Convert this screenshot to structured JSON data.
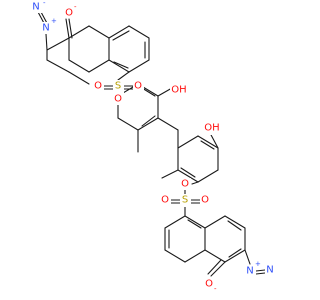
{
  "colors": {
    "bond": "#1a1a1a",
    "carbon_text": "#222222",
    "oxygen": "#ff0d0d",
    "nitrogen": "#3050f8",
    "sulfur": "#b8a000"
  },
  "atom_labels": {
    "o_minus_top": {
      "text": "O",
      "charge": "-",
      "element": "oxygen"
    },
    "n_plus_top_inner": {
      "text": "N",
      "charge": "+",
      "element": "nitrogen"
    },
    "n_top_terminal": {
      "text": "N",
      "charge": "-",
      "element": "nitrogen"
    },
    "s_top": {
      "text": "S",
      "element": "sulfur"
    },
    "o_s_top_left": {
      "text": "O",
      "element": "oxygen"
    },
    "o_s_top_right": {
      "text": "O",
      "element": "oxygen"
    },
    "o_ester_top": {
      "text": "O",
      "element": "oxygen"
    },
    "oh_top": {
      "text": "OH",
      "element": "oxygen"
    },
    "oh_bottom": {
      "text": "OH",
      "element": "oxygen"
    },
    "o_ester_bottom": {
      "text": "O",
      "element": "oxygen"
    },
    "s_bottom": {
      "text": "S",
      "element": "sulfur"
    },
    "o_s_bottom_left": {
      "text": "O",
      "element": "oxygen"
    },
    "o_s_bottom_right": {
      "text": "O",
      "element": "oxygen"
    },
    "o_minus_bottom": {
      "text": "O",
      "charge": "-",
      "element": "oxygen"
    },
    "n_plus_bottom_inner": {
      "text": "N",
      "charge": "+",
      "element": "nitrogen"
    },
    "n_bottom_terminal": {
      "text": "N",
      "element": "nitrogen"
    }
  }
}
